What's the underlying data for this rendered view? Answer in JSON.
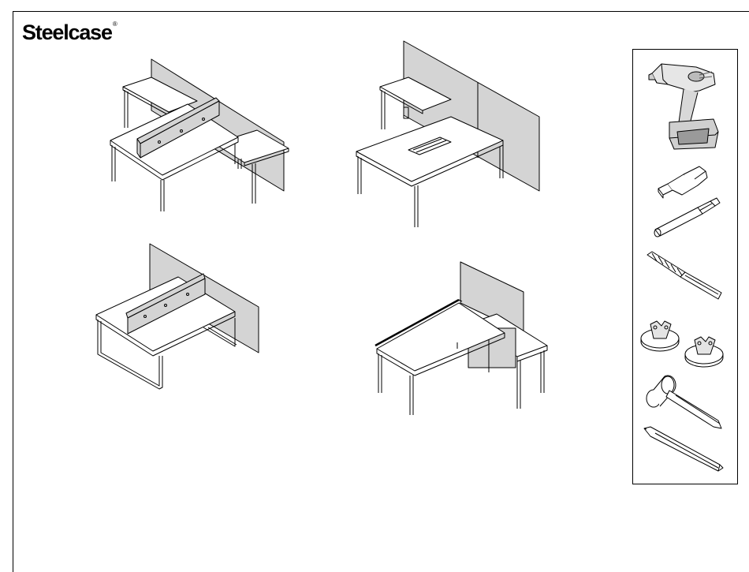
{
  "brand": {
    "name": "Steelcase",
    "mark": "®"
  },
  "figures": [
    {
      "name": "desk-configuration-1"
    },
    {
      "name": "desk-configuration-2"
    },
    {
      "name": "desk-configuration-3"
    },
    {
      "name": "desk-configuration-4"
    }
  ],
  "tools": [
    {
      "icon": "cordless-drill-icon"
    },
    {
      "icon": "hex-bit-icon"
    },
    {
      "icon": "bit-extension-icon"
    },
    {
      "icon": "drill-bit-icon"
    },
    {
      "icon": "suction-cup-icon"
    },
    {
      "icon": "rubber-mallet-icon"
    },
    {
      "icon": "pencil-icon"
    }
  ],
  "colors": {
    "line": "#000000",
    "panel_fill": "#d4d4d4",
    "surface_fill": "#ffffff"
  }
}
